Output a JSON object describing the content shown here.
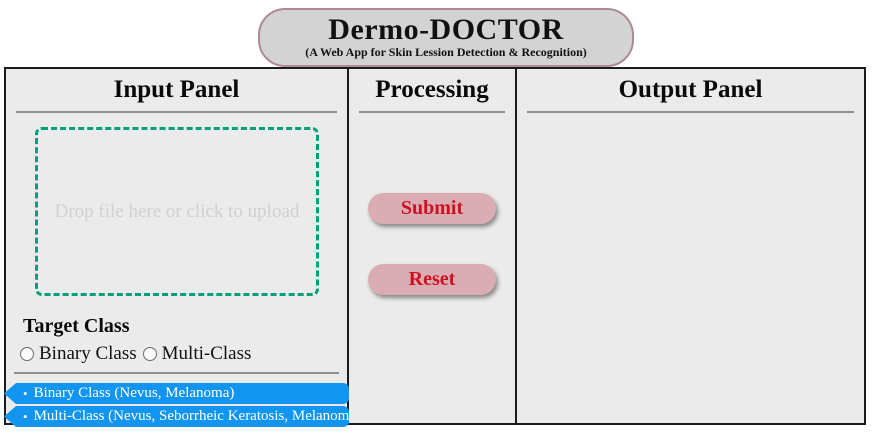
{
  "header": {
    "title": "Dermo-DOCTOR",
    "subtitle": "(A Web App for Skin Lession Detection & Recognition)"
  },
  "input_panel": {
    "title": "Input Panel",
    "dropzone_text": "Drop file here or click to upload",
    "target_class_label": "Target Class",
    "radios": [
      {
        "label": "Binary Class",
        "checked": false
      },
      {
        "label": "Multi-Class",
        "checked": false
      }
    ],
    "tooltip_bullet": "•",
    "tooltips": [
      {
        "label": "Binary Class (Nevus, Melanoma)"
      },
      {
        "label": "Multi-Class (Nevus, Seborrheic Keratosis, Melanoma)"
      }
    ]
  },
  "processing_panel": {
    "title": "Processing",
    "submit_label": "Submit",
    "reset_label": "Reset"
  },
  "output_panel": {
    "title": "Output Panel"
  },
  "colors": {
    "accent_teal": "#00a07a",
    "tooltip_blue": "#1295f0",
    "button_bg": "#d9adb3",
    "button_text": "#d01020",
    "panel_bg": "#ebebeb",
    "header_pill_bg": "#d3d3d3",
    "header_pill_border": "#b08a90"
  }
}
